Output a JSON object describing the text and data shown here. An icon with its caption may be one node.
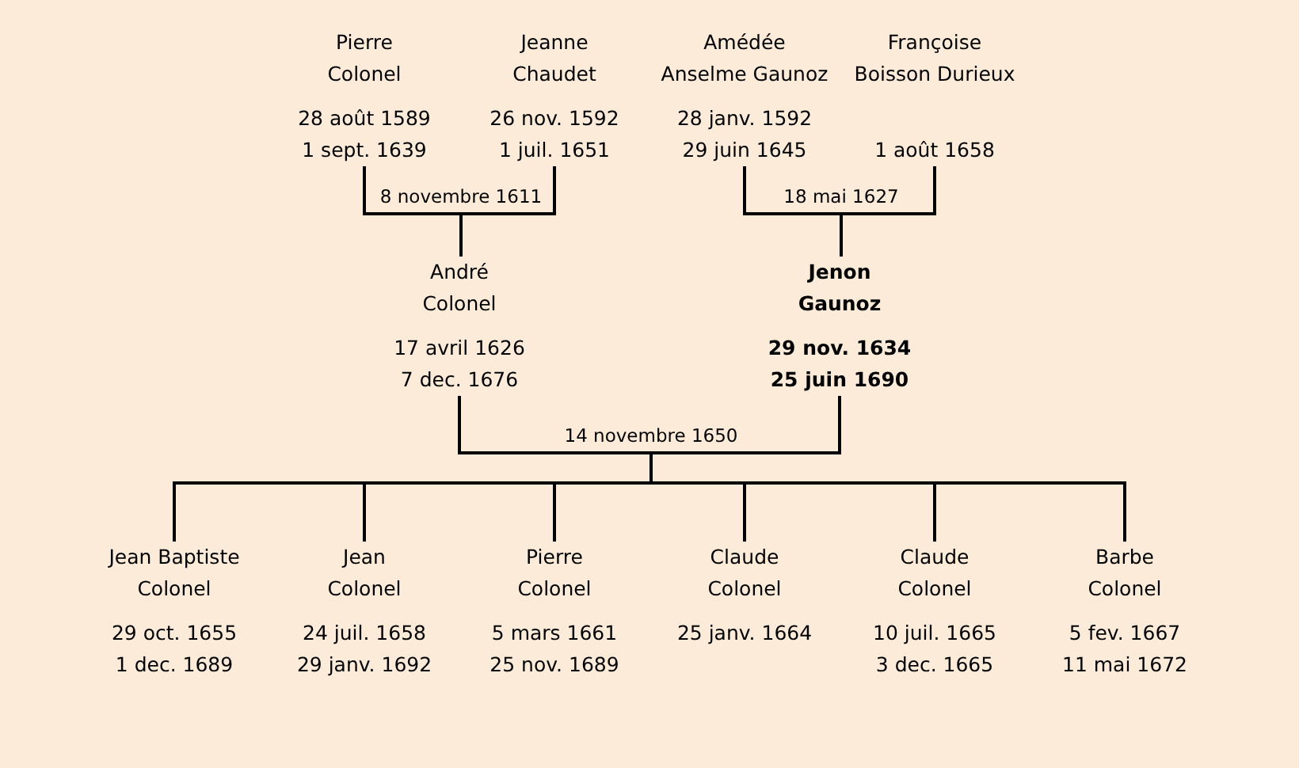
{
  "diagram": {
    "nodes": [
      {
        "text": [
          "Pierre",
          "Colonel",
          "28 août 1589",
          "1 sept. 1639"
        ]
      },
      {
        "text": [
          "Jeanne",
          "Chaudet",
          "26 nov. 1592",
          "1 juil. 1651"
        ]
      },
      {
        "text": [
          "Amédée",
          "Anselme Gaunoz",
          "28 janv. 1592",
          "29 juin 1645"
        ]
      },
      {
        "text": [
          "Françoise",
          "Boisson Durieux",
          "1 août 1658"
        ]
      },
      {
        "text": [
          "André",
          "Colonel",
          "17 avril 1626",
          "7 dec. 1676"
        ]
      },
      {
        "text": [
          "**Jenon**",
          "**Gaunoz**",
          "**29 nov. 1634**",
          "**25 juin 1690**"
        ]
      },
      {
        "text": [
          "Jean Baptiste",
          "Colonel",
          "29 oct. 1655",
          "1 dec. 1689"
        ]
      },
      {
        "text": [
          "Jean",
          "Colonel",
          "24 juil. 1658",
          "29 janv. 1692"
        ]
      },
      {
        "text": [
          "Pierre",
          "Colonel",
          "5 mars 1661",
          "25 nov. 1689"
        ]
      },
      {
        "text": [
          "Claude",
          "Colonel",
          "25 janv. 1664"
        ]
      },
      {
        "text": [
          "Claude",
          "Colonel",
          "10 juil. 1665",
          "3 dec. 1665"
        ]
      },
      {
        "text": [
          "Barbe",
          "Colonel",
          "5 fev. 1667",
          "11 mai 1672"
        ]
      }
    ],
    "edges": [
      {
        "from": 0,
        "to": 4,
        "arrow": "none",
        "label": "8 novembre 1611"
      },
      {
        "from": 1,
        "to": 4,
        "arrow": "none"
      },
      {
        "from": 2,
        "to": 5,
        "arrow": "none",
        "label": "18 mai 1627"
      },
      {
        "from": 3,
        "to": 5,
        "arrow": "none"
      },
      {
        "from": 4,
        "to": 6,
        "arrow": "none",
        "label": "14 novembre 1650"
      },
      {
        "from": 4,
        "to": 7,
        "arrow": "none"
      },
      {
        "from": 4,
        "to": 8,
        "arrow": "none"
      },
      {
        "from": 4,
        "to": 9,
        "arrow": "none"
      },
      {
        "from": 4,
        "to": 10,
        "arrow": "none"
      },
      {
        "from": 4,
        "to": 11,
        "arrow": "none"
      },
      {
        "from": 5,
        "to": 6,
        "arrow": "none"
      },
      {
        "from": 5,
        "to": 7,
        "arrow": "none"
      },
      {
        "from": 5,
        "to": 8,
        "arrow": "none"
      },
      {
        "from": 5,
        "to": 9,
        "arrow": "none"
      },
      {
        "from": 5,
        "to": 10,
        "arrow": "none"
      },
      {
        "from": 5,
        "to": 11,
        "arrow": "none"
      }
    ]
  }
}
